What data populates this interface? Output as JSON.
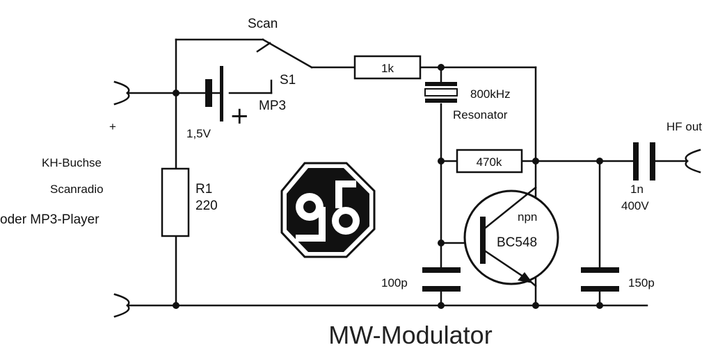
{
  "diagram": {
    "title": "MW-Modulator",
    "switch": {
      "top_label": "Scan",
      "name": "S1",
      "position_label": "MP3"
    },
    "battery": {
      "value": "1,5V",
      "plus_sign": "+"
    },
    "input": {
      "plus_sign": "+",
      "line1": "KH-Buchse",
      "line2": "Scanradio",
      "line3": "oder MP3-Player"
    },
    "r_series": {
      "value": "1k"
    },
    "resonator": {
      "line1": "800kHz",
      "line2": "Resonator"
    },
    "r_bias": {
      "value": "470k"
    },
    "r1": {
      "name": "R1",
      "value": "220"
    },
    "transistor": {
      "type": "npn",
      "part": "BC548"
    },
    "c_base": {
      "value": "100p"
    },
    "c_out_series": {
      "line1": "1n",
      "line2": "400V"
    },
    "c_out_shunt": {
      "value": "150p"
    },
    "output": {
      "label": "HF out"
    }
  }
}
